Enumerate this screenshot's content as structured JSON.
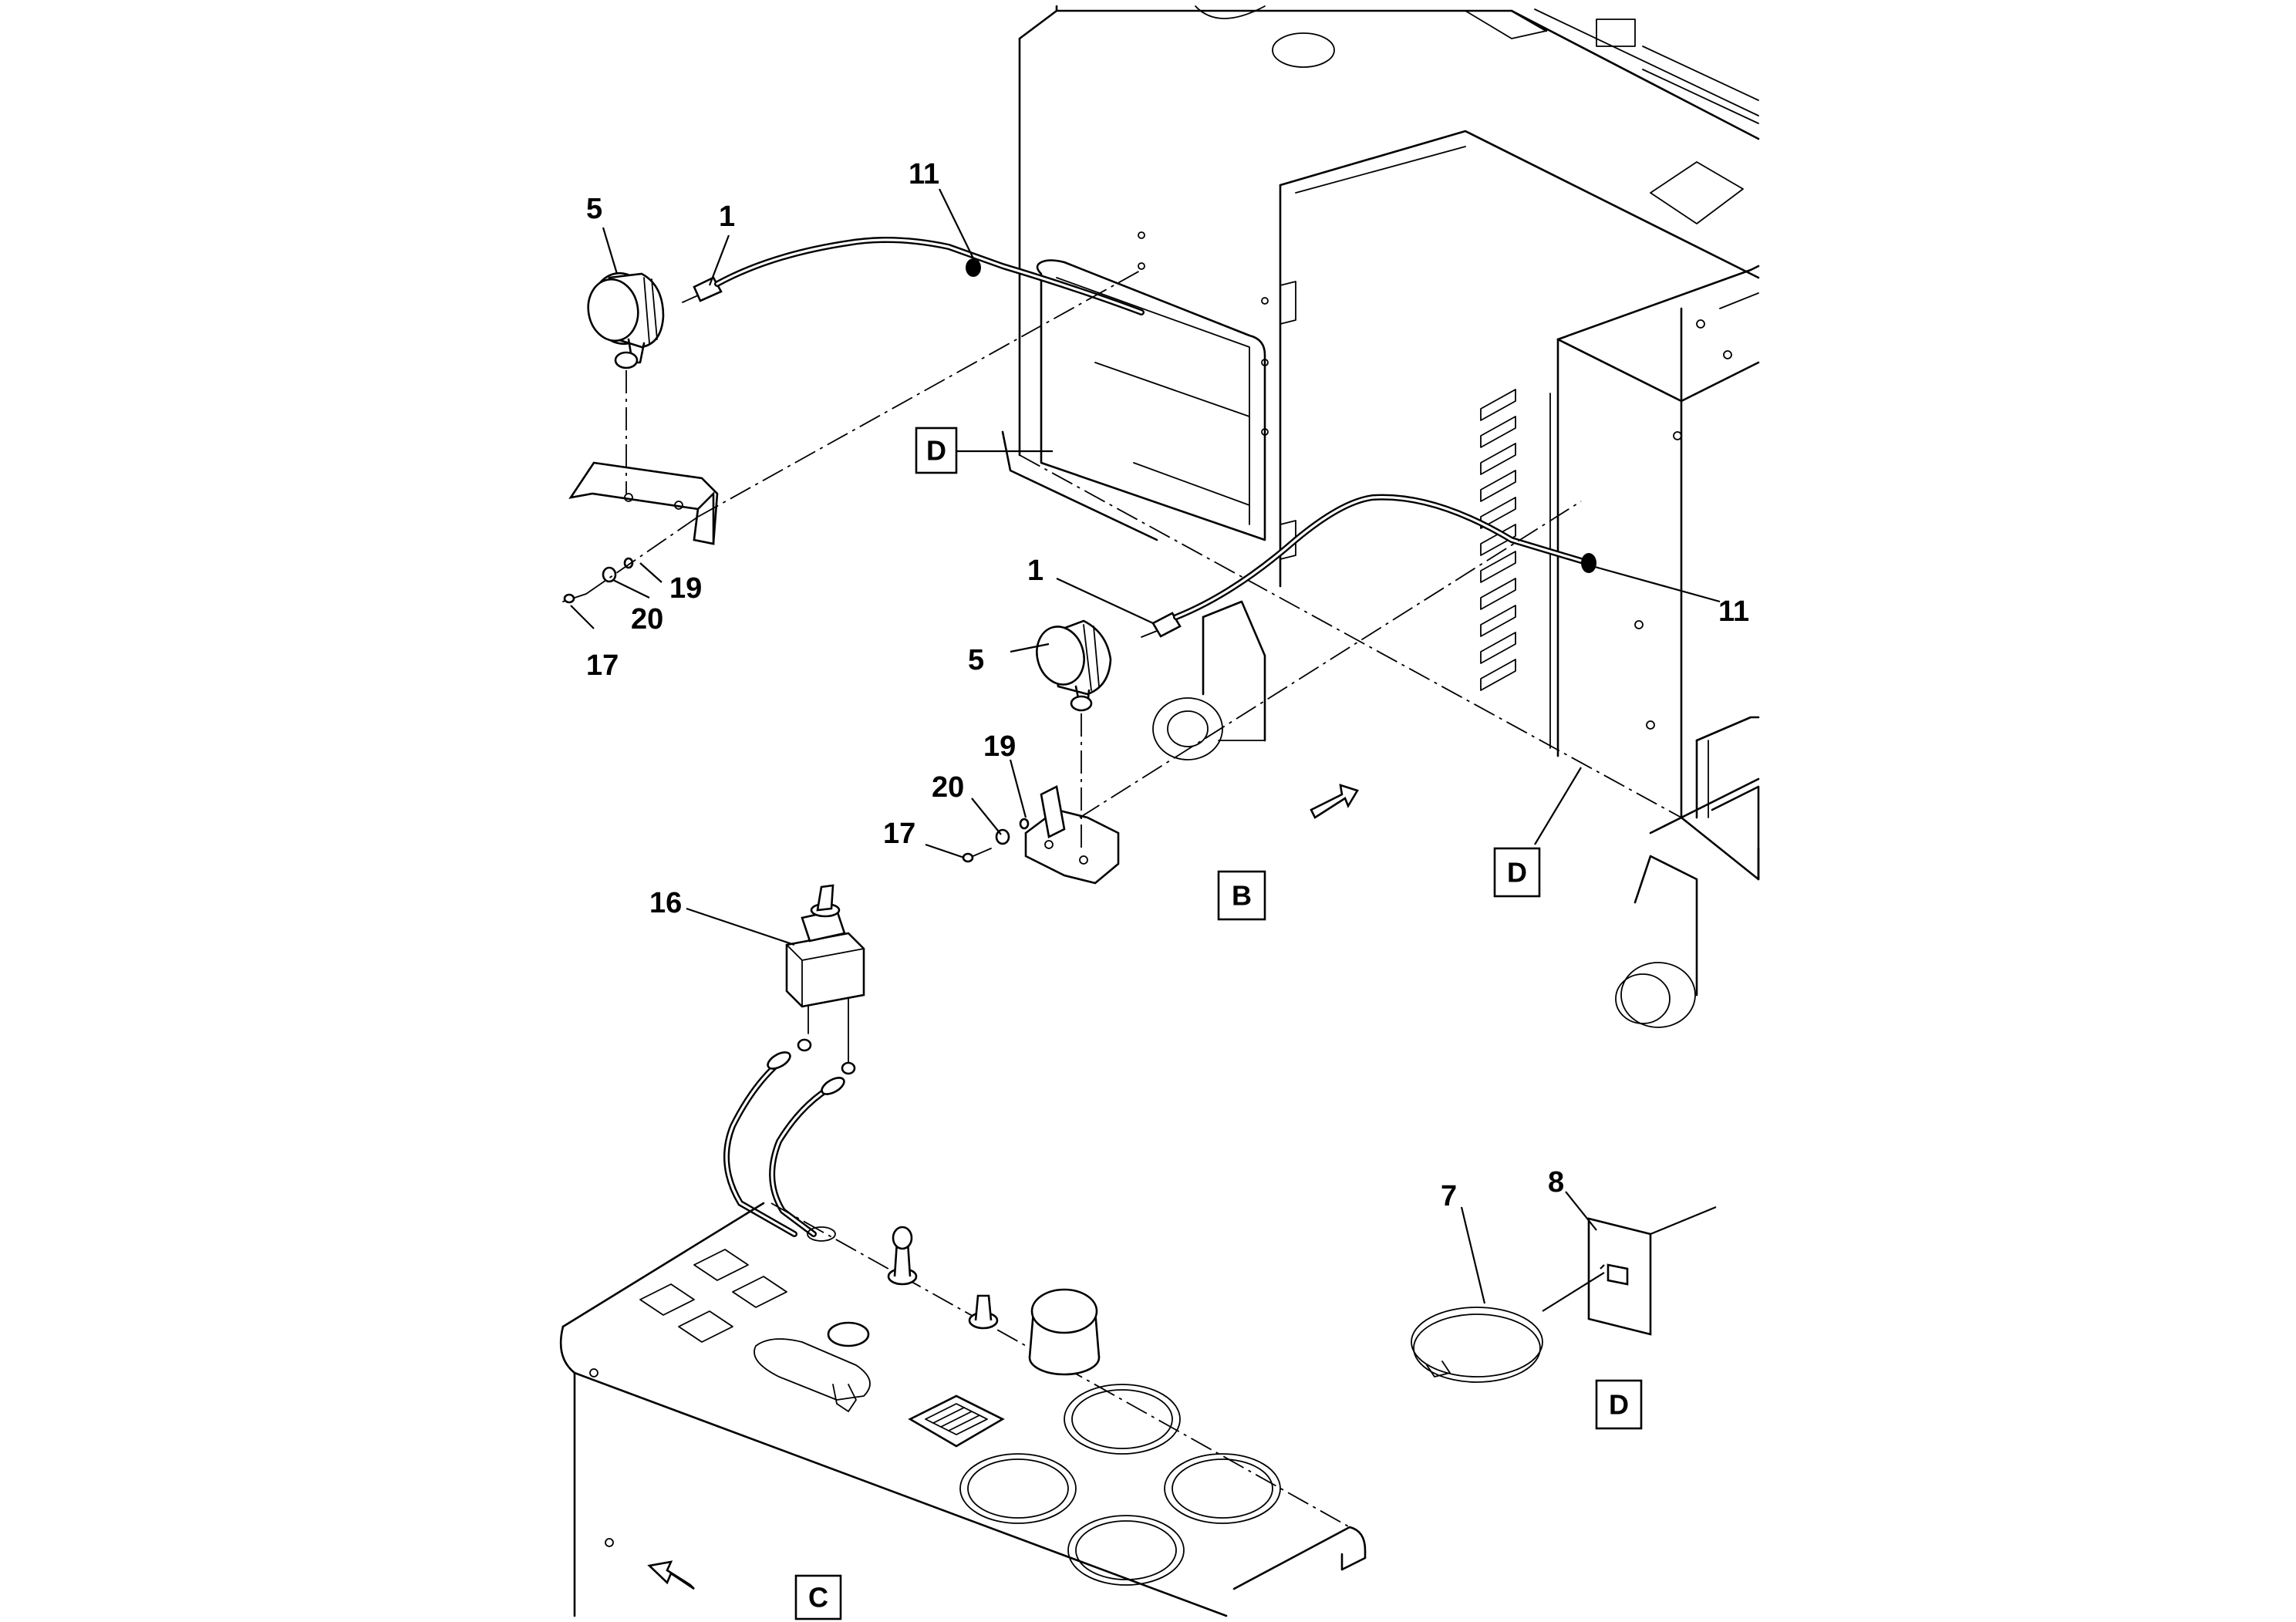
{
  "diagram": {
    "callouts": {
      "c5_top": "5",
      "c1_top": "1",
      "c11_top": "11",
      "c19_top": "19",
      "c20_top": "20",
      "c17_top": "17",
      "c1_mid": "1",
      "c5_mid": "5",
      "c11_mid": "11",
      "c19_mid": "19",
      "c20_mid": "20",
      "c17_mid": "17",
      "c16": "16",
      "c8": "8",
      "c7": "7"
    },
    "view_labels": {
      "d_upper": "D",
      "b": "B",
      "d_lower": "D",
      "d_detail": "D",
      "c": "C"
    }
  }
}
